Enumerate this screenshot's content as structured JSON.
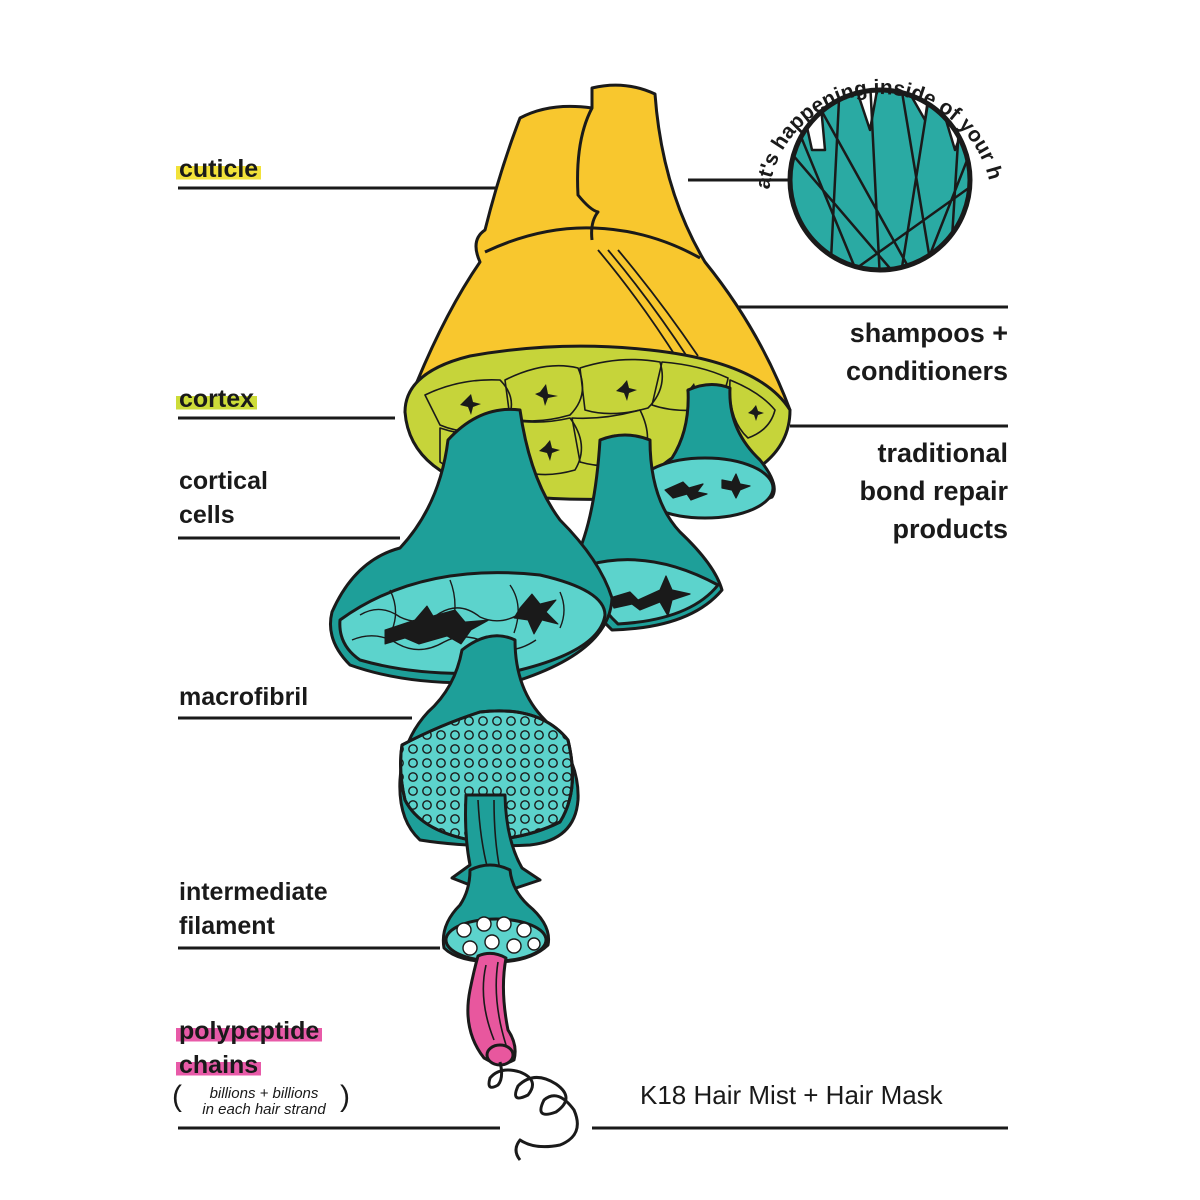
{
  "left_labels": {
    "cuticle": "cuticle",
    "cortex": "cortex",
    "cortical_cells": [
      "cortical",
      "cells"
    ],
    "macrofibril": "macrofibril",
    "intermediate_filament": [
      "intermediate",
      "filament"
    ],
    "polypeptide_chains": [
      "polypeptide",
      "chains"
    ],
    "polypeptide_note": [
      "billions + billions",
      "in each hair strand"
    ]
  },
  "right_labels": {
    "shampoos": [
      "shampoos +",
      "conditioners"
    ],
    "traditional": [
      "traditional",
      "bond repair",
      "products"
    ],
    "k18": "K18 Hair Mist + Hair Mask"
  },
  "circle_caption": "what's happening inside of your hair?",
  "colors": {
    "cuticle_yellow": "#f8c72e",
    "cortex_green": "#c6d43a",
    "teal_dark": "#1e9f99",
    "teal_light": "#5cd3cc",
    "pink": "#e8579e",
    "highlight_yellow": "#f2e23a",
    "highlight_green": "#cddc39",
    "highlight_pink": "#e85aa8",
    "outline": "#1a1a1a"
  }
}
